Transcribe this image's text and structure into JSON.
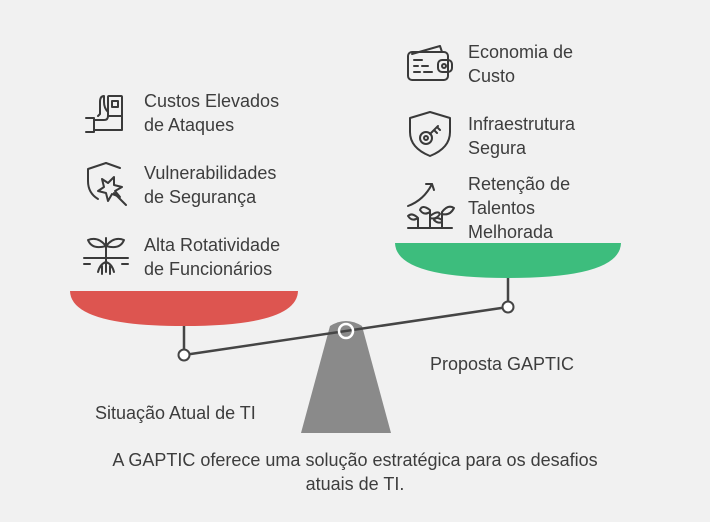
{
  "left": {
    "title": "Situação Atual de TI",
    "items": [
      {
        "line1": "Custos Elevados",
        "line2": "de Ataques",
        "icon": "bill-hand-icon"
      },
      {
        "line1": "Vulnerabilidades",
        "line2": "de Segurança",
        "icon": "broken-shield-icon"
      },
      {
        "line1": "Alta Rotatividade",
        "line2": "de Funcionários",
        "icon": "uprooted-plant-icon"
      }
    ],
    "color": "#dd5550"
  },
  "right": {
    "title": "Proposta GAPTIC",
    "items": [
      {
        "line1": "Economia de",
        "line2": "Custo",
        "line3": "",
        "icon": "wallet-icon"
      },
      {
        "line1": "Infraestrutura",
        "line2": "Segura",
        "line3": "",
        "icon": "shield-key-icon"
      },
      {
        "line1": "Retenção de",
        "line2": "Talentos",
        "line3": "Melhorada",
        "icon": "growth-plant-icon"
      }
    ],
    "color": "#3dbd7d"
  },
  "caption": {
    "line1": "A GAPTIC oferece uma solução estratégica para os desafios",
    "line2": "atuais de TI."
  },
  "colors": {
    "background": "#f1f1f1",
    "fulcrum": "#8a8a8a",
    "beam": "#454545",
    "text": "#3d3d3d"
  }
}
